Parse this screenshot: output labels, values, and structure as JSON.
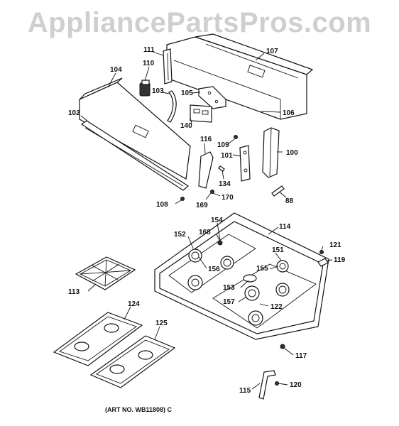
{
  "watermark": "AppliancePartsPros.com",
  "art_number": "(ART NO. WB11808) C",
  "callouts": [
    {
      "id": "111",
      "label": "111"
    },
    {
      "id": "107",
      "label": "107"
    },
    {
      "id": "110",
      "label": "110"
    },
    {
      "id": "104",
      "label": "104"
    },
    {
      "id": "103",
      "label": "103"
    },
    {
      "id": "105",
      "label": "105"
    },
    {
      "id": "106",
      "label": "106"
    },
    {
      "id": "102",
      "label": "102"
    },
    {
      "id": "140",
      "label": "140"
    },
    {
      "id": "116",
      "label": "116"
    },
    {
      "id": "109",
      "label": "109"
    },
    {
      "id": "101",
      "label": "101"
    },
    {
      "id": "100",
      "label": "100"
    },
    {
      "id": "134",
      "label": "134"
    },
    {
      "id": "170",
      "label": "170"
    },
    {
      "id": "88",
      "label": "88"
    },
    {
      "id": "108",
      "label": "108"
    },
    {
      "id": "169",
      "label": "169"
    },
    {
      "id": "154",
      "label": "154"
    },
    {
      "id": "114",
      "label": "114"
    },
    {
      "id": "152",
      "label": "152"
    },
    {
      "id": "168",
      "label": "168"
    },
    {
      "id": "121",
      "label": "121"
    },
    {
      "id": "151",
      "label": "151"
    },
    {
      "id": "119",
      "label": "119"
    },
    {
      "id": "156",
      "label": "156"
    },
    {
      "id": "155",
      "label": "155"
    },
    {
      "id": "113",
      "label": "113"
    },
    {
      "id": "153",
      "label": "153"
    },
    {
      "id": "157",
      "label": "157"
    },
    {
      "id": "122",
      "label": "122"
    },
    {
      "id": "124",
      "label": "124"
    },
    {
      "id": "125",
      "label": "125"
    },
    {
      "id": "117",
      "label": "117"
    },
    {
      "id": "120",
      "label": "120"
    },
    {
      "id": "115",
      "label": "115"
    }
  ]
}
